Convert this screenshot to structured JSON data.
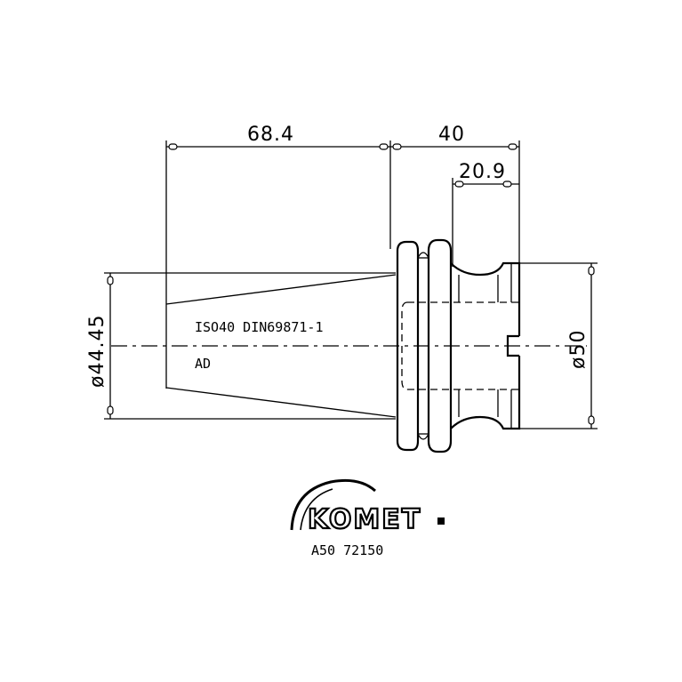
{
  "dimensions": {
    "length_taper": "68.4",
    "length_body": "40",
    "length_neck": "20.9",
    "diameter_taper": "ø44.45",
    "diameter_body": "ø50"
  },
  "labels": {
    "spec": "ISO40 DIN69871-1",
    "form": "AD"
  },
  "brand": {
    "logo": "KOMET",
    "part_number": "A50 72150"
  },
  "icons": {
    "logo_arc": "komet-arc-logo"
  }
}
